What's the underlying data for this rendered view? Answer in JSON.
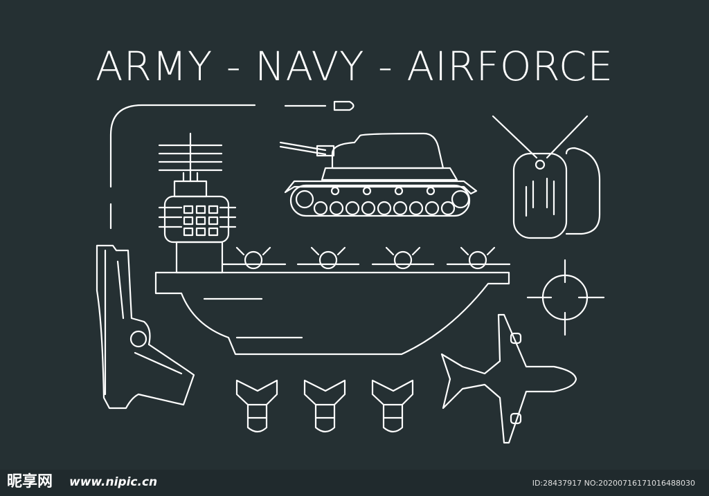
{
  "title": "ARMY - NAVY - AIRFORCE",
  "watermark": {
    "logo_text": "昵享网",
    "url": "www.nipic.cn",
    "id_text": "ID:28437917 NO:20200716171016488030"
  },
  "colors": {
    "background": "#253033",
    "line": "#ffffff"
  },
  "icons": [
    "bullet-trail-icon",
    "tank-icon",
    "dog-tags-icon",
    "aircraft-carrier-icon",
    "pistol-icon",
    "crosshair-icon",
    "airplane-icon",
    "bomb-icon"
  ]
}
